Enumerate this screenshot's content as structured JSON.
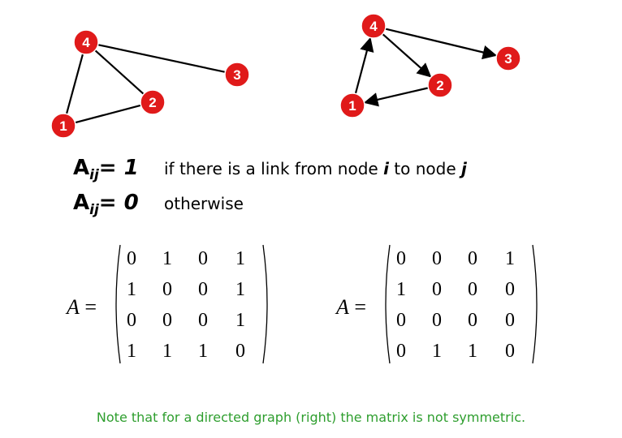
{
  "undirected_graph": {
    "nodes": [
      {
        "id": "1",
        "label": "1"
      },
      {
        "id": "2",
        "label": "2"
      },
      {
        "id": "3",
        "label": "3"
      },
      {
        "id": "4",
        "label": "4"
      }
    ],
    "edges": [
      [
        "4",
        "1"
      ],
      [
        "4",
        "2"
      ],
      [
        "4",
        "3"
      ],
      [
        "1",
        "2"
      ]
    ]
  },
  "directed_graph": {
    "nodes": [
      {
        "id": "1",
        "label": "1"
      },
      {
        "id": "2",
        "label": "2"
      },
      {
        "id": "3",
        "label": "3"
      },
      {
        "id": "4",
        "label": "4"
      }
    ],
    "edges": [
      [
        "1",
        "4"
      ],
      [
        "4",
        "2"
      ],
      [
        "4",
        "3"
      ],
      [
        "2",
        "1"
      ]
    ]
  },
  "colors": {
    "node_fill": "#e01a1a",
    "node_text": "#ffffff",
    "edge": "#000000",
    "note": "#2e9e2e"
  },
  "definitions": [
    {
      "symbol": "A",
      "subscript": "ij",
      "equals": "= ",
      "value": "1",
      "text_before": "if there is a link from node ",
      "var1": "i",
      "text_mid": " to node ",
      "var2": "j"
    },
    {
      "symbol": "A",
      "subscript": "ij",
      "equals": "= ",
      "value": "0",
      "text_before": "otherwise",
      "var1": "",
      "text_mid": "",
      "var2": ""
    }
  ],
  "matrices": [
    {
      "label_var": "A",
      "label_eq": " =",
      "rows": [
        [
          "0",
          "1",
          "0",
          "1"
        ],
        [
          "1",
          "0",
          "0",
          "1"
        ],
        [
          "0",
          "0",
          "0",
          "1"
        ],
        [
          "1",
          "1",
          "1",
          "0"
        ]
      ]
    },
    {
      "label_var": "A",
      "label_eq": " =",
      "rows": [
        [
          "0",
          "0",
          "0",
          "1"
        ],
        [
          "1",
          "0",
          "0",
          "0"
        ],
        [
          "0",
          "0",
          "0",
          "0"
        ],
        [
          "0",
          "1",
          "1",
          "0"
        ]
      ]
    }
  ],
  "note": "Note that for a directed graph (right) the matrix is not symmetric."
}
